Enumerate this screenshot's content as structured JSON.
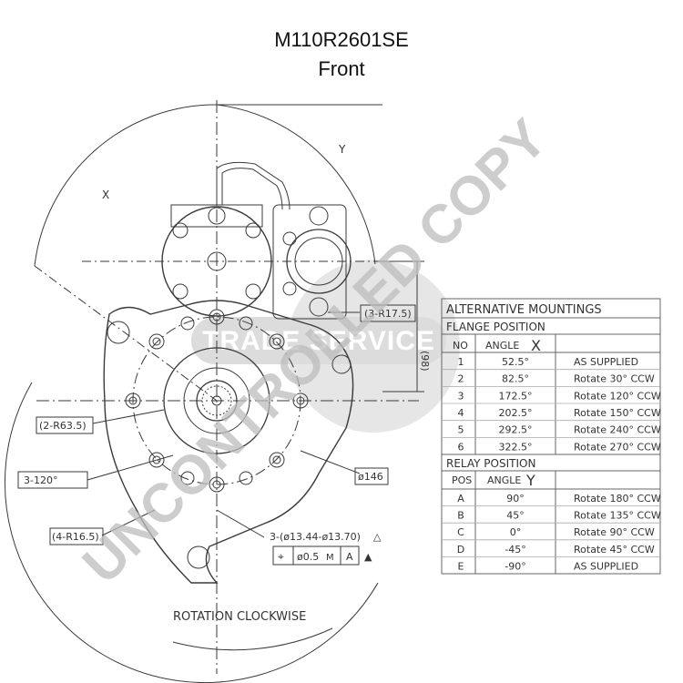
{
  "title": "M110R2601SE",
  "subtitle": "Front",
  "watermark": {
    "main": "UNCONTROLLED COPY",
    "secondary": "TRADE SERVICE"
  },
  "dimensions": {
    "x_label": "X",
    "y_label": "Y",
    "r17_5": "(3-R17.5)",
    "dim98": "(98)",
    "r63_5": "(2-R63.5)",
    "ang120": "3-120°",
    "dia146": "ø146",
    "r16_5": "(4-R16.5)",
    "holes": "3-(ø13.44-ø13.70)",
    "holes_symbol": "△",
    "fcf_position": "⌖",
    "fcf_tol": "ø0.5",
    "fcf_mod": "M",
    "fcf_datum": "A",
    "fcf_marker": "▲"
  },
  "rotation_label": "ROTATION CLOCKWISE",
  "table": {
    "heading": "ALTERNATIVE MOUNTINGS",
    "flange_title": "FLANGE POSITION",
    "flange_headers": {
      "no": "NO",
      "angle": "ANGLE",
      "axis": "X"
    },
    "flange_rows": [
      {
        "no": "1",
        "angle": "52.5°",
        "action": "AS SUPPLIED"
      },
      {
        "no": "2",
        "angle": "82.5°",
        "action": "Rotate 30° CCW"
      },
      {
        "no": "3",
        "angle": "172.5°",
        "action": "Rotate 120° CCW"
      },
      {
        "no": "4",
        "angle": "202.5°",
        "action": "Rotate 150° CCW"
      },
      {
        "no": "5",
        "angle": "292.5°",
        "action": "Rotate 240° CCW"
      },
      {
        "no": "6",
        "angle": "322.5°",
        "action": "Rotate 270° CCW"
      }
    ],
    "relay_title": "RELAY POSITION",
    "relay_headers": {
      "pos": "POS",
      "angle": "ANGLE",
      "axis": "Y"
    },
    "relay_rows": [
      {
        "pos": "A",
        "angle": "90°",
        "action": "Rotate 180° CCW"
      },
      {
        "pos": "B",
        "angle": "45°",
        "action": "Rotate 135° CCW"
      },
      {
        "pos": "C",
        "angle": "0°",
        "action": "Rotate 90° CCW"
      },
      {
        "pos": "D",
        "angle": "-45°",
        "action": "Rotate 45° CCW"
      },
      {
        "pos": "E",
        "angle": "-90°",
        "action": "AS SUPPLIED"
      }
    ]
  },
  "colors": {
    "line": "#3a3a3a",
    "watermark": "#b8b8b8",
    "watermark_band": "#d6d6d6",
    "background": "#ffffff"
  }
}
